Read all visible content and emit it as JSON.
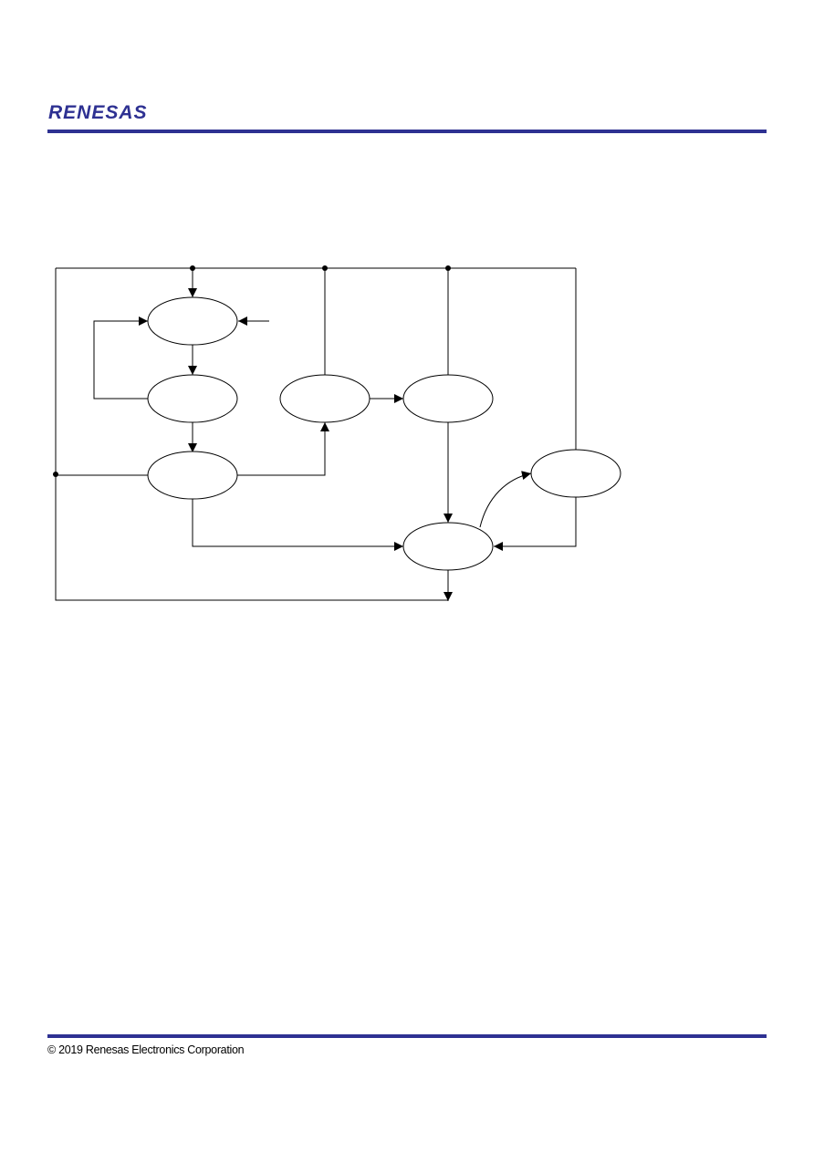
{
  "header": {
    "brand": "RENESAS",
    "brand_color": "#2e3192",
    "rule_color": "#2e3192"
  },
  "diagram": {
    "nodes": [
      {
        "id": "node-1",
        "label": ""
      },
      {
        "id": "node-2",
        "label": ""
      },
      {
        "id": "node-3",
        "label": ""
      },
      {
        "id": "node-4",
        "label": ""
      },
      {
        "id": "node-5",
        "label": ""
      },
      {
        "id": "node-6",
        "label": ""
      },
      {
        "id": "node-7",
        "label": ""
      }
    ],
    "edges": [
      {
        "from": "top-bus",
        "to": "node-1"
      },
      {
        "from": "external",
        "to": "node-1"
      },
      {
        "from": "node-1",
        "to": "node-2"
      },
      {
        "from": "node-2",
        "to": "node-1"
      },
      {
        "from": "node-2",
        "to": "node-3"
      },
      {
        "from": "node-3",
        "to": "node-4"
      },
      {
        "from": "node-4",
        "to": "node-5"
      },
      {
        "from": "node-4",
        "to": "top-bus"
      },
      {
        "from": "node-5",
        "to": "top-bus"
      },
      {
        "from": "node-5",
        "to": "node-6"
      },
      {
        "from": "node-3",
        "to": "node-6"
      },
      {
        "from": "node-6",
        "to": "node-7"
      },
      {
        "from": "node-7",
        "to": "node-6"
      },
      {
        "from": "node-7",
        "to": "top-bus"
      },
      {
        "from": "node-3",
        "to": "left-bus"
      },
      {
        "from": "left-bus",
        "to": "exit"
      },
      {
        "from": "node-6",
        "to": "exit"
      }
    ]
  },
  "footer": {
    "copyright": "© 2019 Renesas Electronics Corporation",
    "rule_color": "#2e3192"
  }
}
